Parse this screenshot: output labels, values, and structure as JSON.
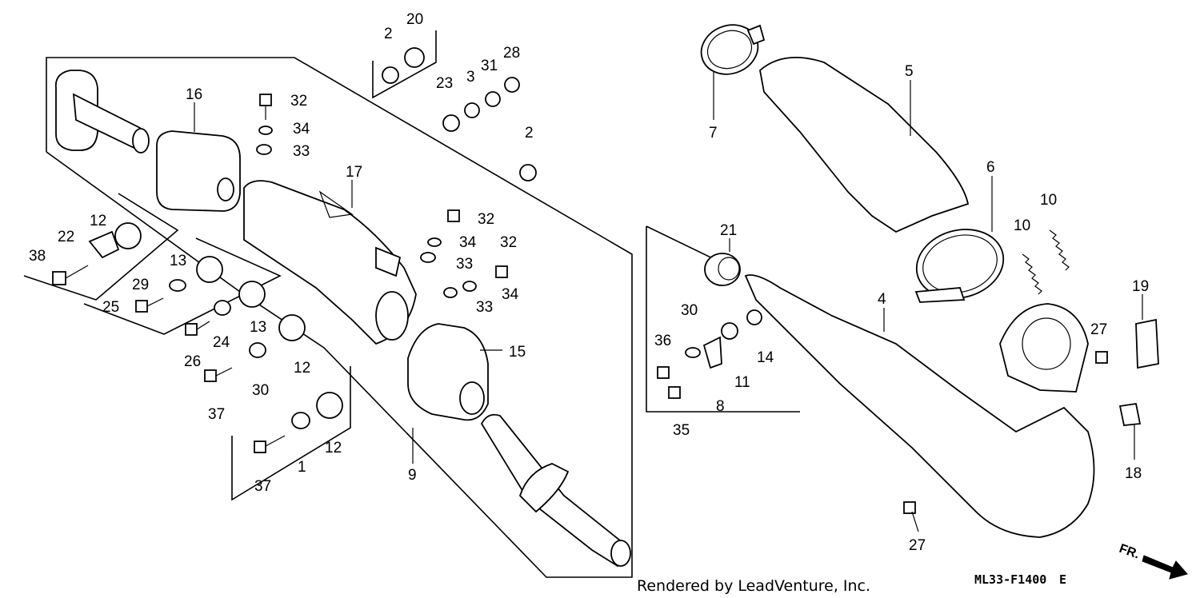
{
  "diagram": {
    "credit": "Rendered by LeadVenture, Inc.",
    "code": "ML33-F1400",
    "code_suffix": "E",
    "direction": "FR."
  },
  "labels": {
    "l1": "1",
    "l2a": "2",
    "l2b": "2",
    "l3": "3",
    "l4": "4",
    "l5": "5",
    "l6": "6",
    "l7": "7",
    "l8": "8",
    "l9": "9",
    "l10a": "10",
    "l10b": "10",
    "l11": "11",
    "l12a": "12",
    "l12b": "12",
    "l12c": "12",
    "l13a": "13",
    "l13b": "13",
    "l14": "14",
    "l15": "15",
    "l16": "16",
    "l17": "17",
    "l18": "18",
    "l19": "19",
    "l20": "20",
    "l21": "21",
    "l22": "22",
    "l23": "23",
    "l24": "24",
    "l25": "25",
    "l26": "26",
    "l27a": "27",
    "l27b": "27",
    "l28": "28",
    "l29": "29",
    "l30a": "30",
    "l30b": "30",
    "l31": "31",
    "l32a": "32",
    "l32b": "32",
    "l32c": "32",
    "l33a": "33",
    "l33b": "33",
    "l33c": "33",
    "l34a": "34",
    "l34b": "34",
    "l34c": "34",
    "l35": "35",
    "l36": "36",
    "l37a": "37",
    "l37b": "37",
    "l38": "38"
  }
}
